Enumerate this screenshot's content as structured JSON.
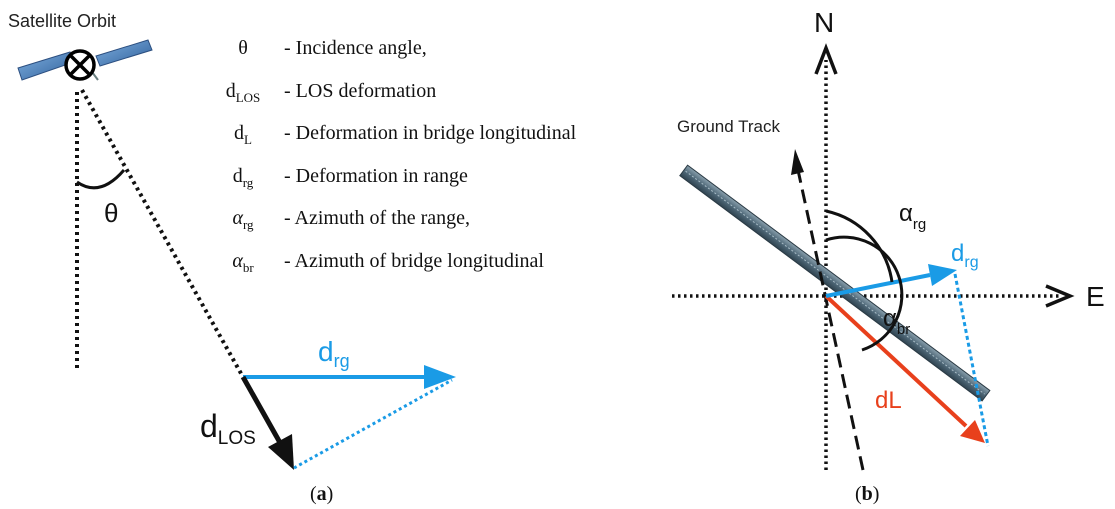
{
  "colors": {
    "blue": "#1a9be6",
    "red": "#e8401c",
    "black": "#111111",
    "bridge": "#4f6878"
  },
  "panel_a": {
    "satellite_label": "Satellite Orbit",
    "satellite_icon": "satellite-with-orbit-cross-icon",
    "theta": "θ",
    "d_rg": {
      "base": "d",
      "sub": "rg"
    },
    "d_los": {
      "base": "d",
      "sub": "LOS"
    },
    "caption": {
      "open": "(",
      "letter": "a",
      "close": ")"
    }
  },
  "legend": [
    {
      "sym": "θ",
      "sub": "",
      "desc": "- Incidence angle,"
    },
    {
      "sym": "d",
      "sub": "LOS",
      "desc": "- LOS deformation"
    },
    {
      "sym": "d",
      "sub": "L",
      "desc": "- Deformation in bridge longitudinal"
    },
    {
      "sym": "d",
      "sub": "rg",
      "desc": "- Deformation in range"
    },
    {
      "sym": "α",
      "sub": "rg",
      "desc": "- Azimuth of the range,"
    },
    {
      "sym": "α",
      "sub": "br",
      "desc": "- Azimuth of bridge longitudinal"
    }
  ],
  "panel_b": {
    "north": "N",
    "east": "E",
    "ground_track": "Ground Track",
    "alpha_rg": {
      "base": "α",
      "sub": "rg"
    },
    "alpha_br": {
      "base": "α",
      "sub": "br"
    },
    "d_rg": {
      "base": "d",
      "sub": "rg"
    },
    "d_l": "dL",
    "caption": {
      "open": "(",
      "letter": "b",
      "close": ")"
    }
  }
}
